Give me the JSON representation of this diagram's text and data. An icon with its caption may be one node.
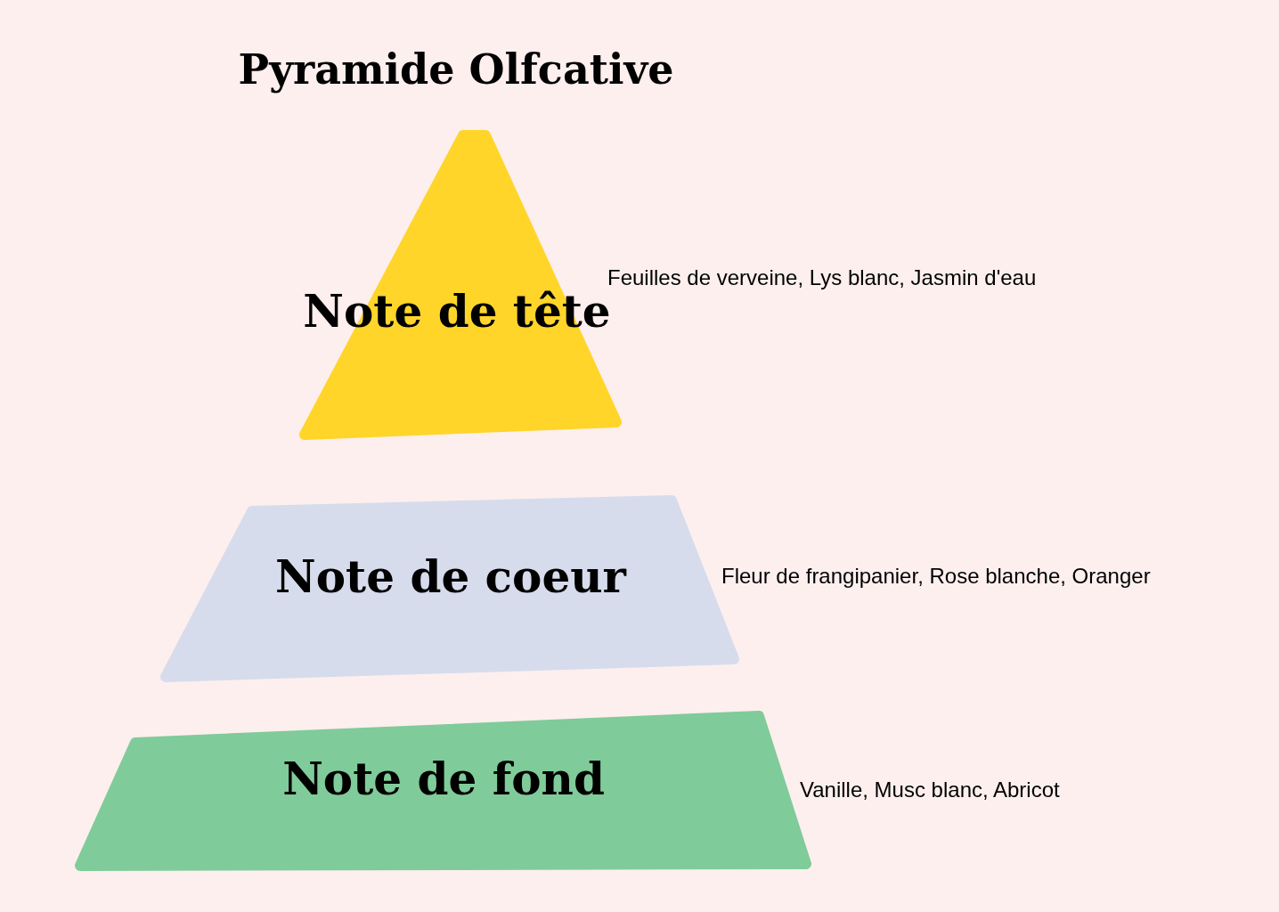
{
  "diagram": {
    "title": "Pyramide Olfcative",
    "nodes": [
      {
        "text": [
          "Note de tête"
        ],
        "beside": [
          "Feuilles de verveine, Lys blanc, Jasmin d'eau"
        ]
      },
      {
        "text": [
          "Note de coeur"
        ],
        "beside": [
          "Fleur de frangipanier, Rose blanche, Oranger"
        ]
      },
      {
        "text": [
          "Note de fond"
        ],
        "beside": [
          "Vanille, Musc blanc, Abricot"
        ]
      }
    ]
  }
}
